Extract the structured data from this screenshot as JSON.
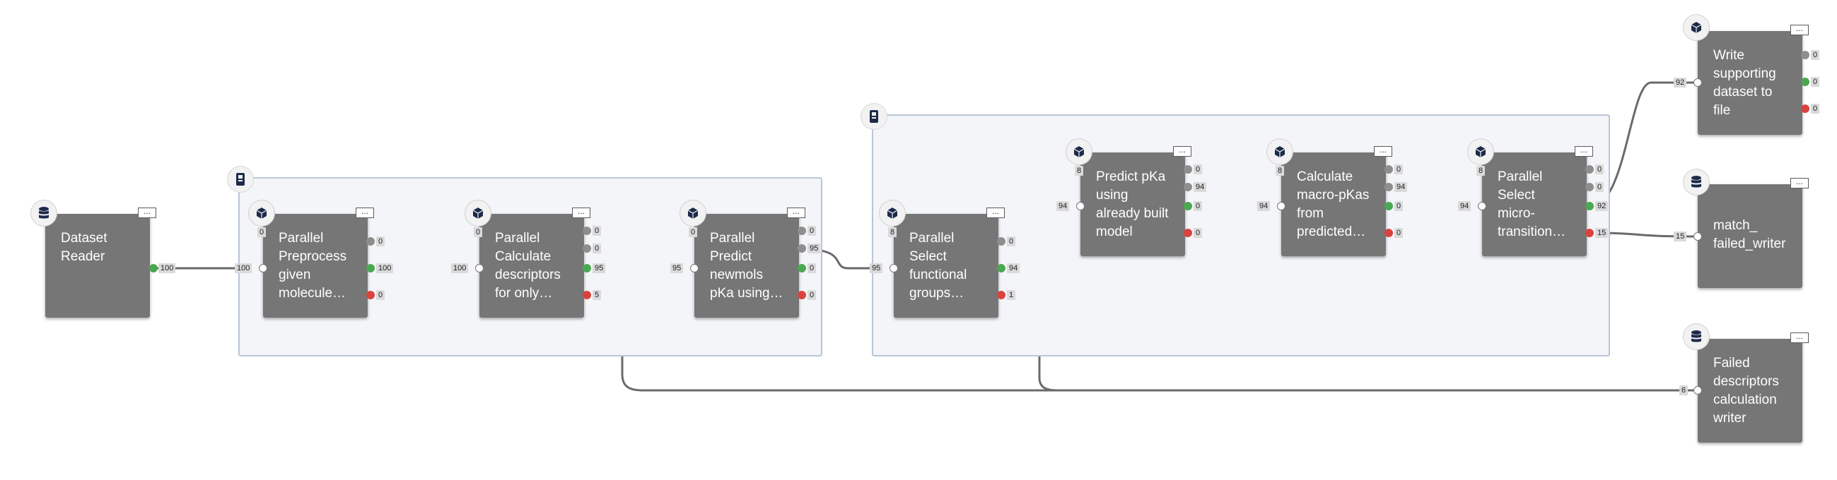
{
  "colors": {
    "node_bg": "#767676",
    "group_bg": "#f3f5f8",
    "group_border": "#b9c6d6",
    "success_port": "#4aa850",
    "failure_port": "#d9433e",
    "neutral_port": "#8e8e8e",
    "edge": "#6a6a6a"
  },
  "menu_label": "...",
  "groups": [
    {
      "id": "g1",
      "icon": "parallel-group-icon"
    },
    {
      "id": "g2",
      "icon": "parallel-group-icon"
    }
  ],
  "nodes": [
    {
      "id": "dataset_reader",
      "label": "Dataset\nReader",
      "icon": "database-icon",
      "out": [
        "100"
      ]
    },
    {
      "id": "preprocess",
      "label": "Parallel\nPreprocess\ngiven\nmolecule…",
      "icon": "cube-icon",
      "in": "100",
      "top_count": "0",
      "out": [
        "0",
        "100",
        "0"
      ]
    },
    {
      "id": "calc_desc",
      "label": "Parallel\nCalculate\ndescriptors\nfor only…",
      "icon": "cube-icon",
      "in": "100",
      "top_count": "0",
      "out": [
        "0",
        "0",
        "95",
        "5"
      ]
    },
    {
      "id": "predict_newmols",
      "label": "Parallel\nPredict\nnewmols\npKa using…",
      "icon": "cube-icon",
      "in": "95",
      "top_count": "0",
      "out": [
        "0",
        "95",
        "0",
        "0"
      ]
    },
    {
      "id": "select_fg",
      "label": "Parallel\nSelect\nfunctional\ngroups…",
      "icon": "cube-icon",
      "in": "95",
      "top_count": "8",
      "out": [
        "0",
        "94",
        "1"
      ]
    },
    {
      "id": "predict_pka",
      "label": "Predict pKa\nusing\nalready built\nmodel",
      "icon": "cube-icon",
      "in": "94",
      "top_count": "8",
      "out": [
        "0",
        "94",
        "0",
        "0"
      ]
    },
    {
      "id": "macro_pka",
      "label": "Calculate\nmacro-pKas\nfrom\npredicted…",
      "icon": "cube-icon",
      "in": "94",
      "top_count": "8",
      "out": [
        "0",
        "94",
        "0",
        "0"
      ]
    },
    {
      "id": "select_micro",
      "label": "Parallel\nSelect\nmicro-\ntransition…",
      "icon": "cube-icon",
      "in": "94",
      "top_count": "8",
      "out": [
        "0",
        "0",
        "92",
        "15"
      ]
    },
    {
      "id": "write_supporting",
      "label": "Write\nsupporting\ndataset to\nfile",
      "icon": "cube-icon",
      "in": "92",
      "out": [
        "0",
        "0",
        "0"
      ]
    },
    {
      "id": "match_failed",
      "label": "match_\nfailed_writer",
      "icon": "database-icon",
      "in": "15"
    },
    {
      "id": "failed_desc",
      "label": "Failed\ndescriptors\ncalculation\nwriter",
      "icon": "database-icon",
      "in": "6"
    }
  ]
}
